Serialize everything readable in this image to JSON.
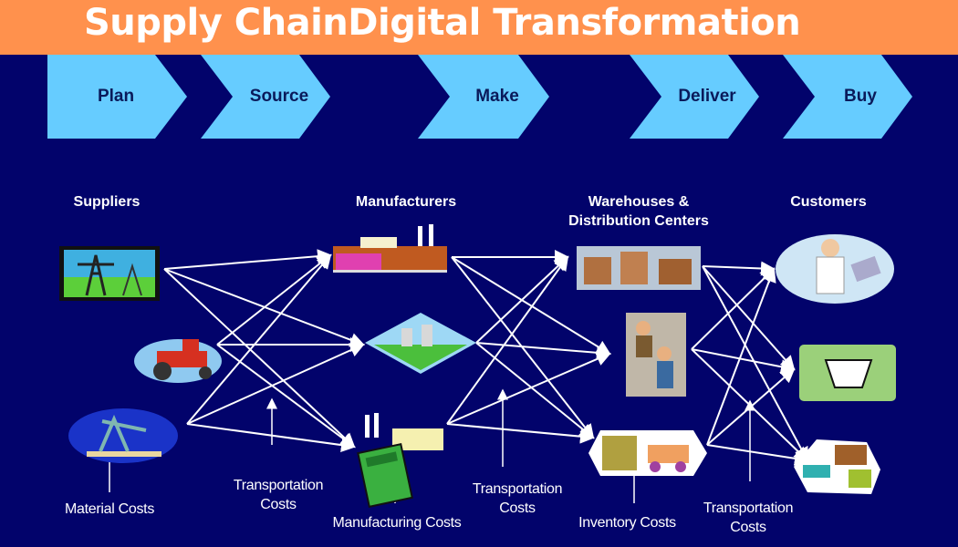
{
  "title": "Supply ChainDigital Transformation",
  "stages": [
    "Plan",
    "Source",
    "Make",
    "Deliver",
    "Buy"
  ],
  "columns": {
    "suppliers": "Suppliers",
    "manufacturers": "Manufacturers",
    "warehouses_line1": "Warehouses &",
    "warehouses_line2": "Distribution Centers",
    "customers": "Customers"
  },
  "costs": {
    "material": "Material Costs",
    "transport1_line1": "Transportation",
    "transport1_line2": "Costs",
    "manufacturing": "Manufacturing Costs",
    "transport2_line1": "Transportation",
    "transport2_line2": "Costs",
    "inventory": "Inventory Costs",
    "transport3_line1": "Transportation",
    "transport3_line2": "Costs"
  },
  "colors": {
    "header": "#ff914d",
    "background": "#02036b",
    "chevron": "#66ccff",
    "arrow": "#ffffff"
  }
}
